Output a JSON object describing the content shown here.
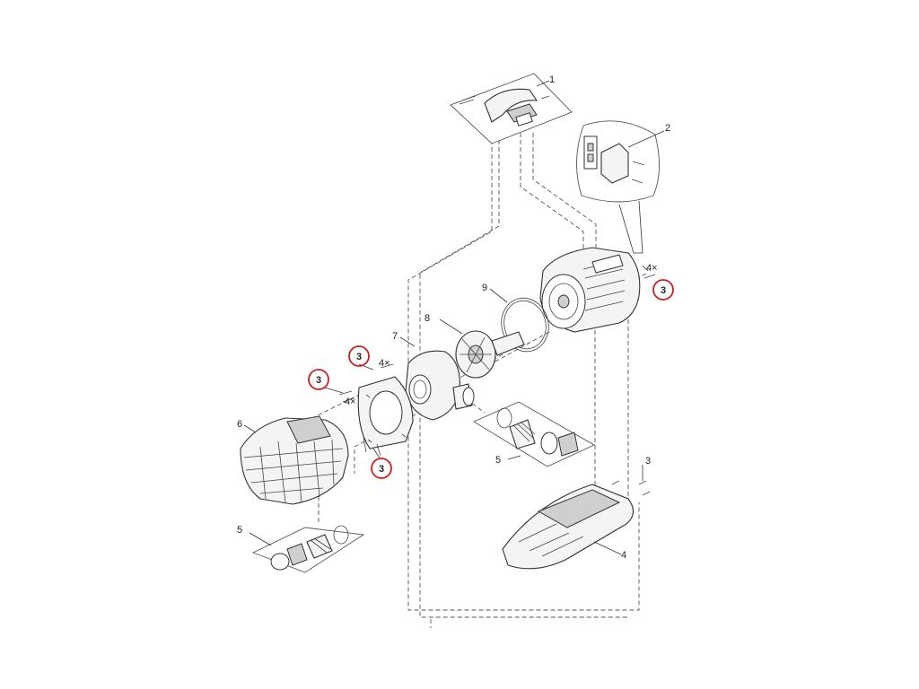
{
  "labels": {
    "p1": "1",
    "p2": "2",
    "p3_top_right": "3",
    "p3_bottom_right": "3",
    "p4": "4",
    "p5_middle": "5",
    "p5_left": "5",
    "p6": "6",
    "p7": "7",
    "p8": "8",
    "p9": "9"
  },
  "quantities": {
    "q_right": "4×",
    "q_mid_top": "4×",
    "q_mid_left": "4×"
  },
  "highlights": {
    "h_right": "3",
    "h_mid_top": "3",
    "h_mid_left": "3",
    "h_mid_bottom": "3"
  },
  "colors": {
    "highlight_ring": "#cc1f1f",
    "line_art": "#333333",
    "background": "#ffffff"
  }
}
